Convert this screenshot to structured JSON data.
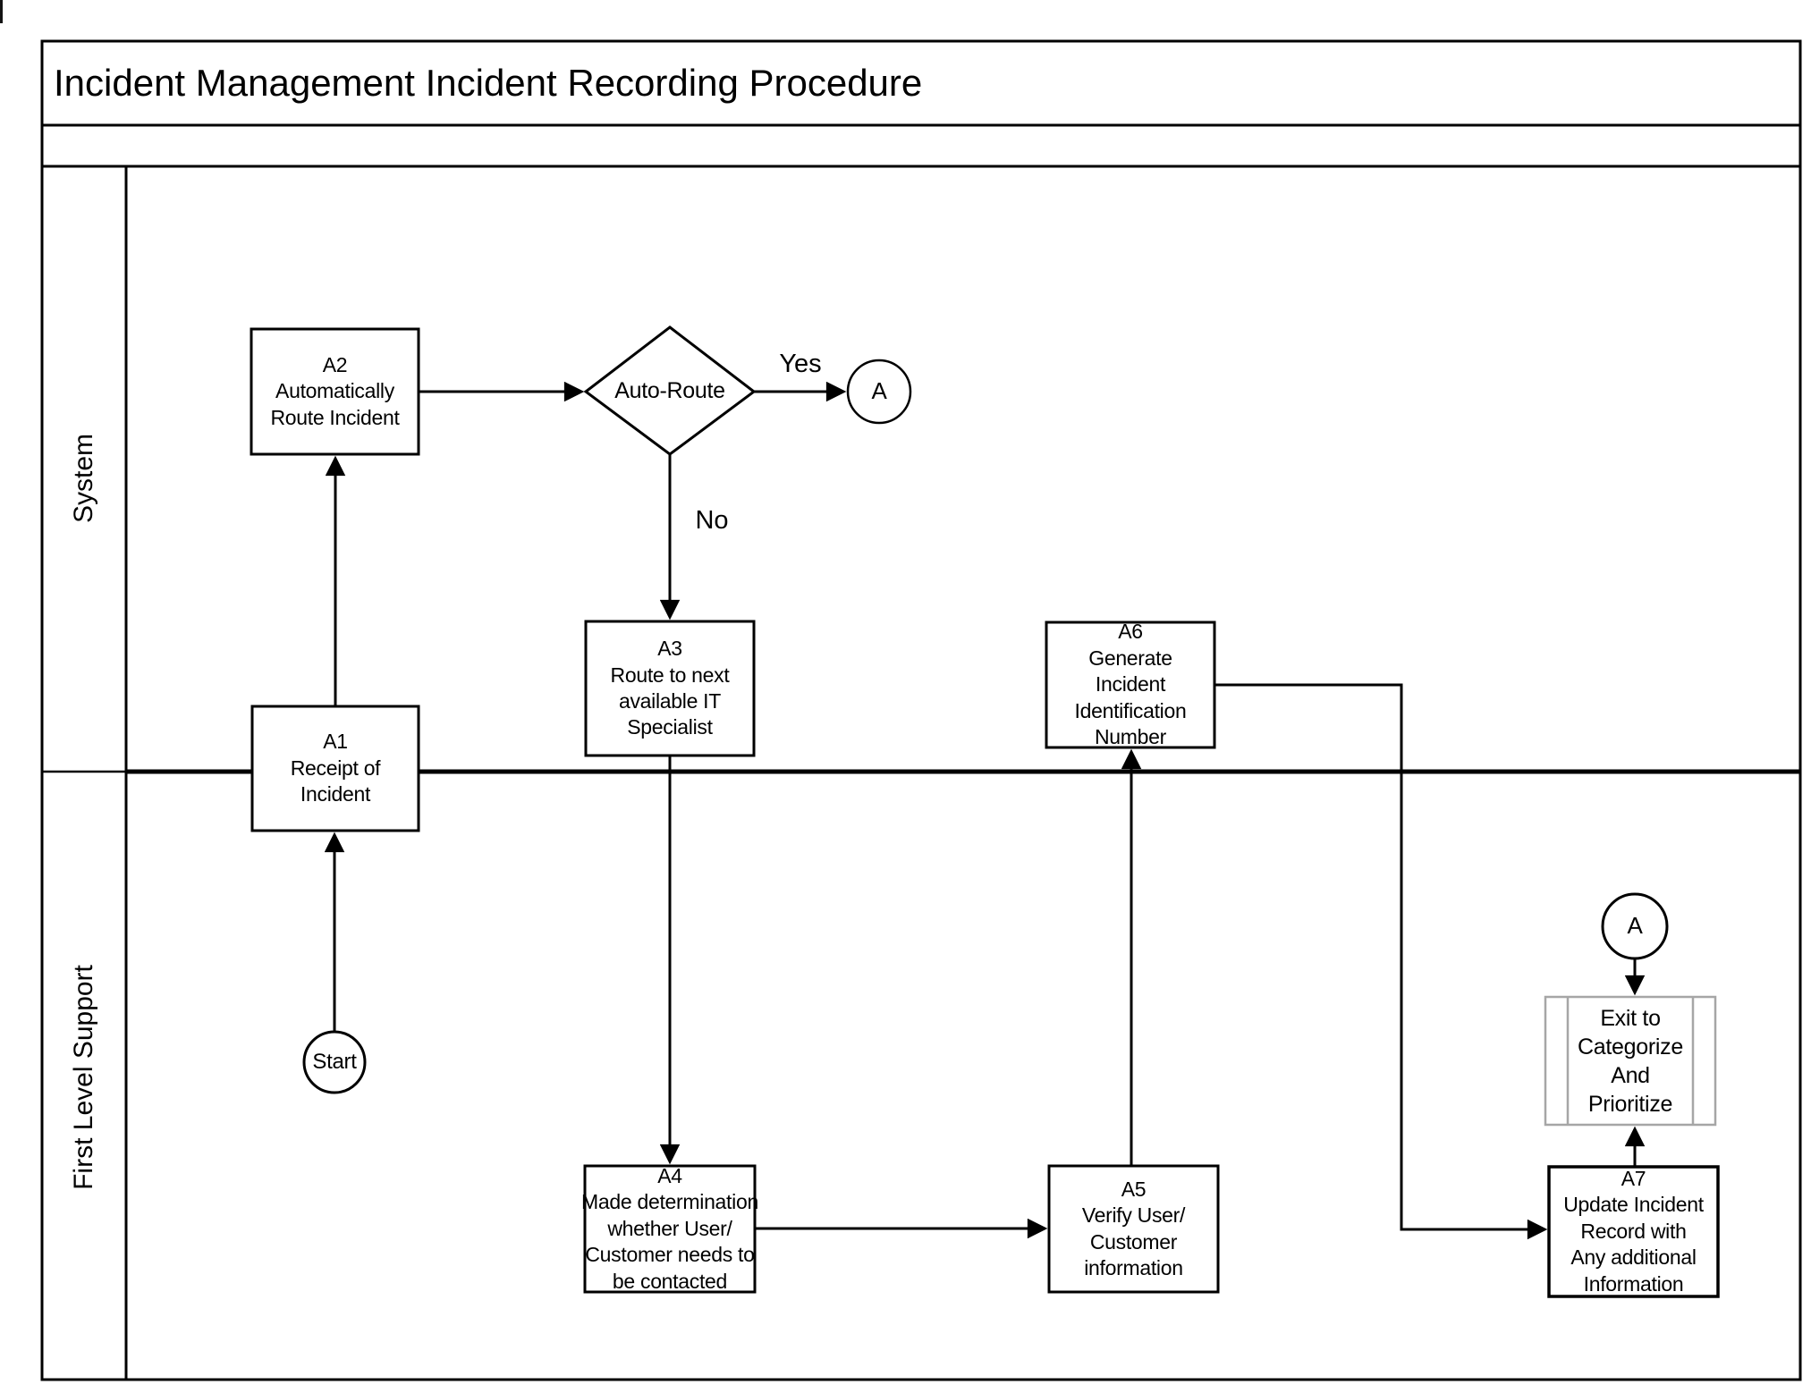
{
  "title": "Incident Management Incident Recording Procedure",
  "lanes": {
    "system": "System",
    "first_level_support": "First Level Support"
  },
  "nodes": {
    "start": "Start",
    "a1": "A1\nReceipt of\nIncident",
    "a2": "A2\nAutomatically\nRoute Incident",
    "auto_route": "Auto-Route",
    "connector_a_top": "A",
    "a3": "A3\nRoute to next\navailable IT\nSpecialist",
    "a4": "A4\nMade determination\nwhether User/\nCustomer needs to\nbe contacted",
    "a5": "A5\nVerify User/\nCustomer\ninformation",
    "a6": "A6\nGenerate\nIncident\nIdentification\nNumber",
    "connector_a_bottom": "A",
    "a7": "A7\nUpdate Incident\nRecord with\nAny additional\nInformation",
    "exit": "Exit to\nCategorize\nAnd Prioritize"
  },
  "edge_labels": {
    "yes": "Yes",
    "no": "No"
  },
  "edges": [
    {
      "from": "start",
      "to": "a1",
      "label": ""
    },
    {
      "from": "a1",
      "to": "a2",
      "label": ""
    },
    {
      "from": "a2",
      "to": "auto_route",
      "label": ""
    },
    {
      "from": "auto_route",
      "to": "connector_a_top",
      "label": "Yes"
    },
    {
      "from": "auto_route",
      "to": "a3",
      "label": "No"
    },
    {
      "from": "a3",
      "to": "a4",
      "label": ""
    },
    {
      "from": "a4",
      "to": "a5",
      "label": ""
    },
    {
      "from": "a5",
      "to": "a6",
      "label": ""
    },
    {
      "from": "a6",
      "to": "a7",
      "label": ""
    },
    {
      "from": "a7",
      "to": "exit",
      "label": ""
    },
    {
      "from": "connector_a_bottom",
      "to": "exit",
      "label": ""
    }
  ],
  "colors": {
    "line": "#000000",
    "exit_border": "#a6a6a6",
    "background": "#ffffff"
  }
}
